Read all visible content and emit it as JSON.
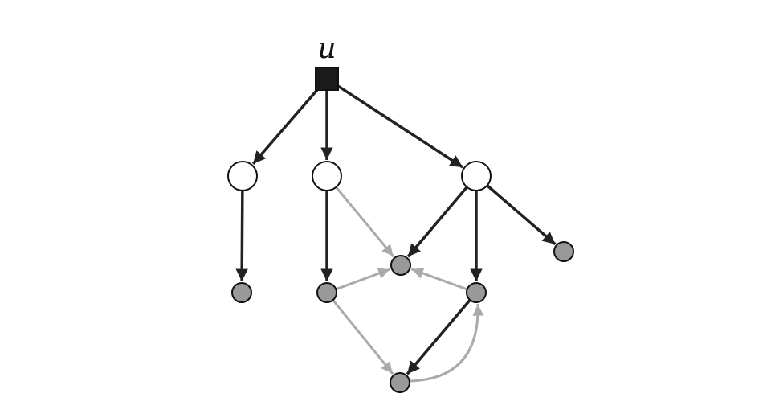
{
  "diagram": {
    "root_label": "u",
    "colors": {
      "black_edge": "#222222",
      "gray_edge": "#aaaaaa",
      "gray_node": "#999999",
      "white_node": "#ffffff",
      "root_fill": "#1a1a1a"
    },
    "nodes": [
      {
        "id": "u",
        "kind": "root-square"
      },
      {
        "id": "a",
        "kind": "white"
      },
      {
        "id": "b",
        "kind": "white"
      },
      {
        "id": "c",
        "kind": "white"
      },
      {
        "id": "d",
        "kind": "gray"
      },
      {
        "id": "e",
        "kind": "gray"
      },
      {
        "id": "f",
        "kind": "gray"
      },
      {
        "id": "g",
        "kind": "gray"
      },
      {
        "id": "h",
        "kind": "gray"
      },
      {
        "id": "i",
        "kind": "gray"
      }
    ],
    "edges": [
      {
        "from": "u",
        "to": "a",
        "style": "black"
      },
      {
        "from": "u",
        "to": "b",
        "style": "black"
      },
      {
        "from": "u",
        "to": "c",
        "style": "black"
      },
      {
        "from": "a",
        "to": "d",
        "style": "black"
      },
      {
        "from": "b",
        "to": "e",
        "style": "black"
      },
      {
        "from": "c",
        "to": "f",
        "style": "black"
      },
      {
        "from": "c",
        "to": "g",
        "style": "black"
      },
      {
        "from": "c",
        "to": "h",
        "style": "black"
      },
      {
        "from": "g",
        "to": "i",
        "style": "black"
      },
      {
        "from": "b",
        "to": "f",
        "style": "gray"
      },
      {
        "from": "e",
        "to": "f",
        "style": "gray"
      },
      {
        "from": "g",
        "to": "f",
        "style": "gray"
      },
      {
        "from": "e",
        "to": "i",
        "style": "gray"
      },
      {
        "from": "i",
        "to": "g",
        "style": "gray",
        "curved": true
      }
    ]
  }
}
